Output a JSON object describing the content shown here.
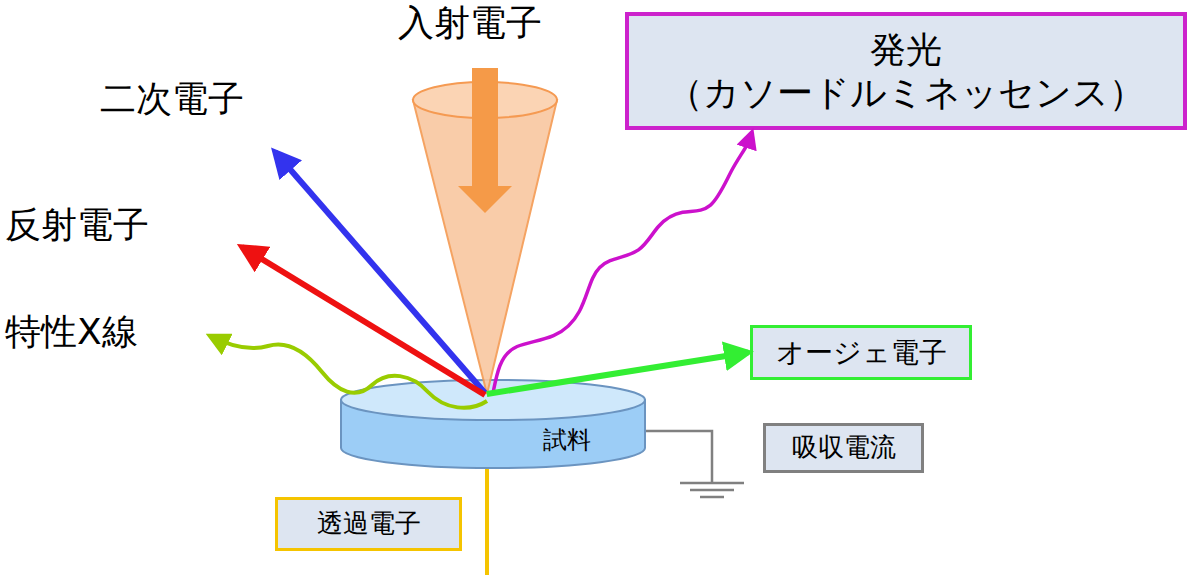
{
  "diagram": {
    "nodes": [
      {
        "text": [
          "発光",
          "（カソードルミネッセンス）"
        ]
      },
      {
        "text": [
          "オージェ電子"
        ]
      },
      {
        "text": [
          "試料"
        ]
      },
      {
        "text": [
          "吸収電流"
        ]
      },
      {
        "text": [
          "透過電子"
        ]
      }
    ],
    "edges": [
      {
        "from": 2,
        "to": 0,
        "arrow": "to"
      },
      {
        "from": 2,
        "to": 1,
        "arrow": "to"
      }
    ],
    "labels": [
      "入射電子",
      "二次電子",
      "反射電子",
      "特性X線"
    ]
  }
}
